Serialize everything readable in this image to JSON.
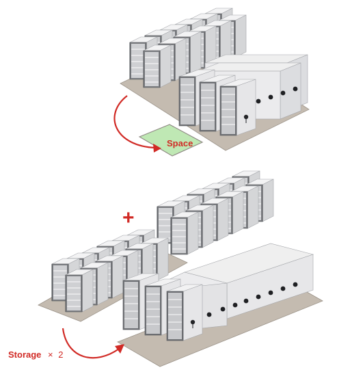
{
  "labels": {
    "space": "Space",
    "storage": "Storage",
    "times": "×",
    "multiplier": "2",
    "plus": "+"
  },
  "colors": {
    "accent_red": "#d12a25",
    "space_fill": "#bfe8b4",
    "shelf_face": "#e9e9ea",
    "shelf_dark": "#7d7f83",
    "floor": "#bdb3a8"
  },
  "diagram": {
    "top_scene": {
      "static_shelving_rows": 6,
      "mobile_units": 5,
      "freed_space": true
    },
    "bottom_scene": {
      "static_shelving_rows": 12,
      "mobile_units": 8
    }
  }
}
